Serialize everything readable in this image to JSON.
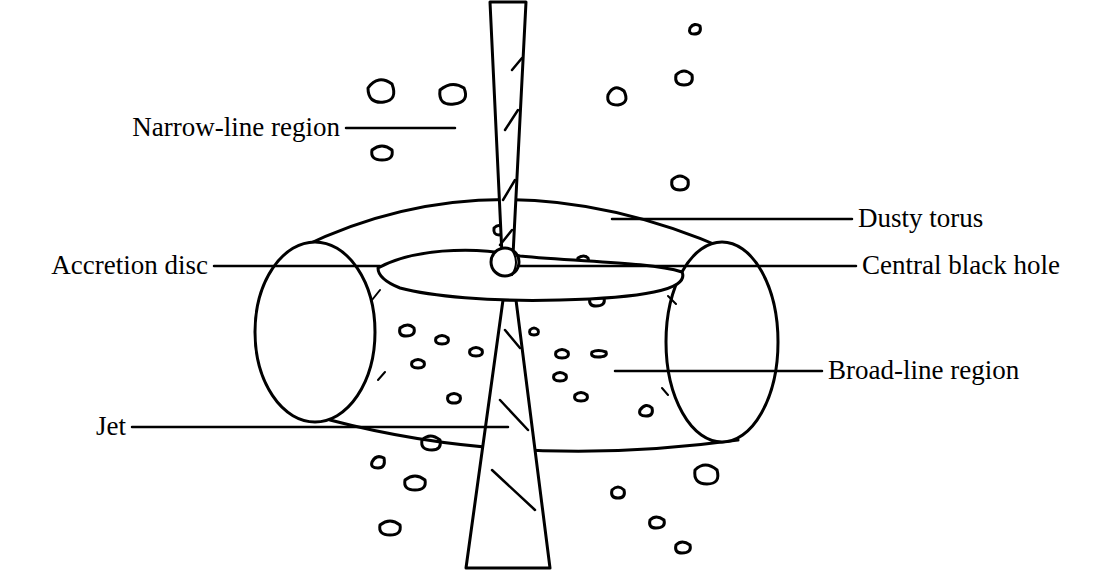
{
  "diagram": {
    "labels": [
      "Narrow-line region",
      "Dusty torus",
      "Accretion disc",
      "Central black hole",
      "Broad-line region",
      "Jet"
    ]
  }
}
